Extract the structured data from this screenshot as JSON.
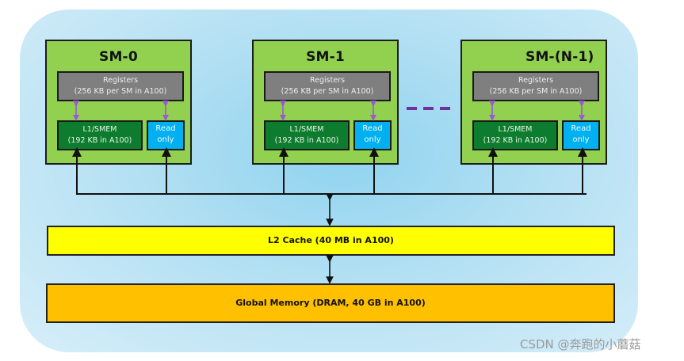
{
  "diagram": {
    "sms": [
      {
        "title": "SM-0",
        "registers": {
          "line1": "Registers",
          "line2": "(256 KB per SM in A100)"
        },
        "l1": {
          "line1": "L1/SMEM",
          "line2": "(192 KB in A100)"
        },
        "readonly": {
          "line1": "Read",
          "line2": "only"
        }
      },
      {
        "title": "SM-1",
        "registers": {
          "line1": "Registers",
          "line2": "(256 KB per SM in A100)"
        },
        "l1": {
          "line1": "L1/SMEM",
          "line2": "(192 KB in A100)"
        },
        "readonly": {
          "line1": "Read",
          "line2": "only"
        }
      },
      {
        "title": "SM-(N-1)",
        "registers": {
          "line1": "Registers",
          "line2": "(256 KB per SM in A100)"
        },
        "l1": {
          "line1": "L1/SMEM",
          "line2": "(192 KB in A100)"
        },
        "readonly": {
          "line1": "Read",
          "line2": "only"
        }
      }
    ],
    "l2_cache": "L2 Cache (40 MB in A100)",
    "global_memory": "Global Memory (DRAM, 40 GB in A100)",
    "colors": {
      "sm": "#92d050",
      "registers": "#7f7f7f",
      "l1": "#0e7c2e",
      "readonly": "#00b0f0",
      "l2": "#ffff00",
      "global": "#ffc000",
      "ellipsis": "#7030a0",
      "reg_arrows": "#9b59d6"
    }
  },
  "watermark": "CSDN @奔跑的小蘑菇"
}
